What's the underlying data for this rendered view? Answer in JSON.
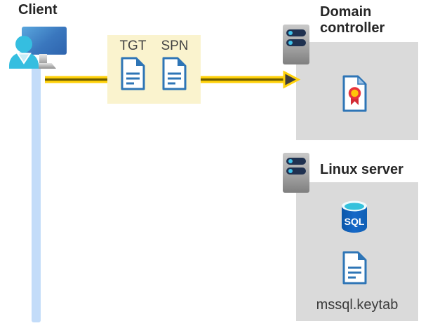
{
  "client": {
    "label": "Client"
  },
  "tickets": {
    "items": [
      {
        "label": "TGT",
        "icon": "document-icon"
      },
      {
        "label": "SPN",
        "icon": "document-icon"
      }
    ]
  },
  "domain_controller": {
    "label": "Domain controller",
    "icons": [
      "server-icon",
      "certificate-icon"
    ]
  },
  "linux_server": {
    "label": "Linux server",
    "sql_icon_label": "SQL",
    "keytab_label": "mssql.keytab",
    "icons": [
      "server-icon",
      "sql-database-icon",
      "document-icon"
    ]
  },
  "arrow": {
    "direction": "client-to-domain-controller"
  },
  "palette": {
    "arrow_yellow": "#ffd10a",
    "arrow_core": "#6e5c00",
    "arrowhead_gray": "#3d3d3d",
    "ticket_box_bg": "#faf3ce",
    "panel_gray": "#dadada",
    "doc_blue": "#2e75b6",
    "lifeline_blue": "#c3dcf9",
    "person_cyan": "#35bee0",
    "monitor_blue": "#3a77be",
    "server_slot_navy": "#1f3150",
    "server_dot_cyan": "#3fc1e9",
    "sql_body_blue": "#1062be",
    "sql_top_cyan": "#35c1dc",
    "cert_ribbon_red": "#d22b35",
    "cert_seal_yellow": "#ffc60a",
    "heading_text": "#262626"
  }
}
